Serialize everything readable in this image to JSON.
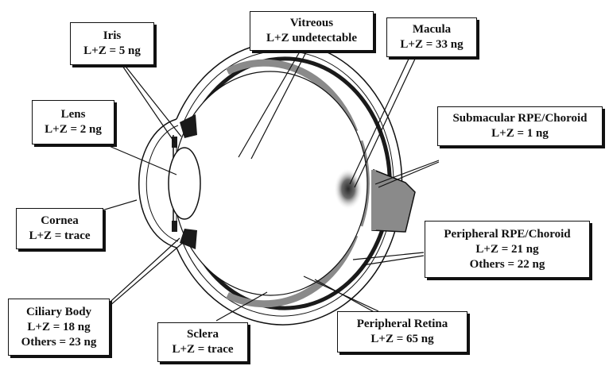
{
  "labels": {
    "iris": {
      "name": "Iris",
      "line1": "L+Z = 5 ng"
    },
    "vitreous": {
      "name": "Vitreous",
      "line1": "L+Z undetectable"
    },
    "macula": {
      "name": "Macula",
      "line1": "L+Z = 33 ng"
    },
    "lens": {
      "name": "Lens",
      "line1": "L+Z = 2 ng"
    },
    "submacular": {
      "name": "Submacular RPE/Choroid",
      "line1": "L+Z = 1 ng"
    },
    "cornea": {
      "name": "Cornea",
      "line1": "L+Z = trace"
    },
    "peripheral_rpe": {
      "name": "Peripheral RPE/Choroid",
      "line1": "L+Z = 21 ng",
      "line2": "Others = 22 ng"
    },
    "ciliary": {
      "name": "Ciliary Body",
      "line1": "L+Z = 18 ng",
      "line2": "Others = 23 ng"
    },
    "sclera": {
      "name": "Sclera",
      "line1": "L+Z = trace"
    },
    "peripheral_retina": {
      "name": "Peripheral Retina",
      "line1": "L+Z = 65 ng"
    }
  },
  "colors": {
    "outline": "#111111",
    "retina_gray": "#8a8a8a",
    "choroid_dark": "#1a1a1a",
    "macula_spot": "#555555"
  }
}
